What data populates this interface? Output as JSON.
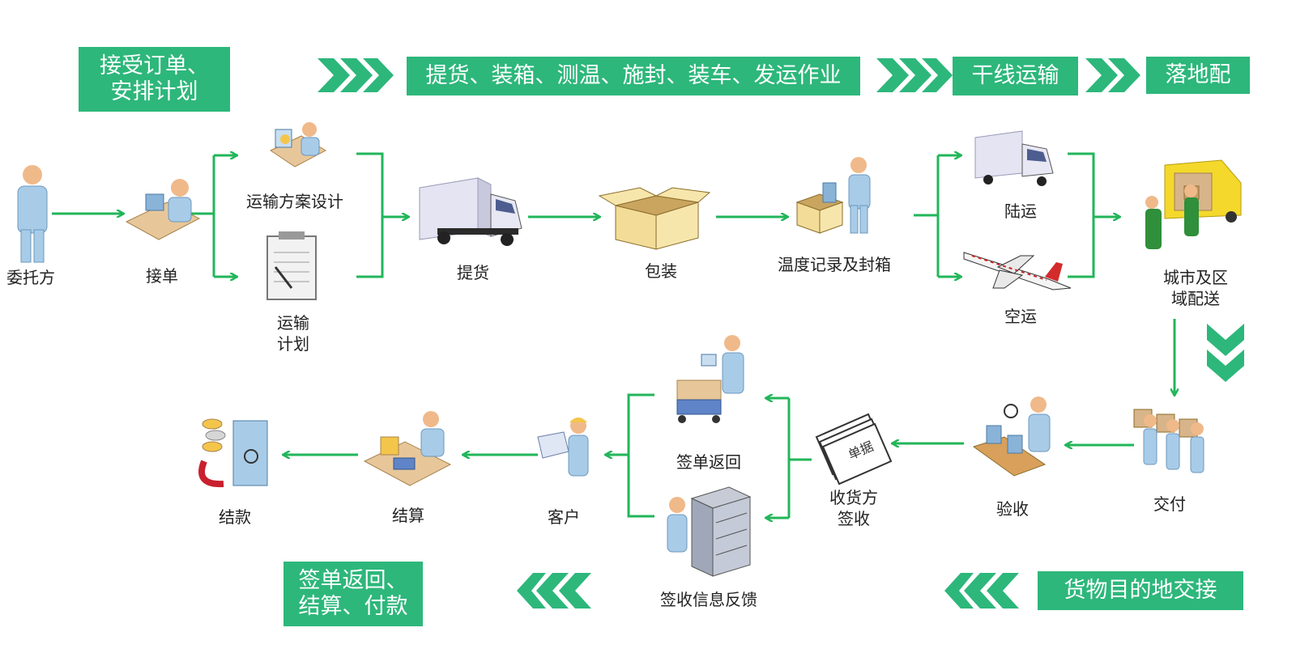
{
  "colors": {
    "accent": "#2db77b",
    "arrow": "#22b65a",
    "skin": "#f0b98a",
    "suit": "#a8cce8"
  },
  "banners": {
    "order": "接受订单、\n安排计划",
    "pickup_ops": "提货、装箱、测温、施封、装车、发运作业",
    "trunk": "干线运输",
    "last_mile": "落地配",
    "handover": "货物目的地交接",
    "settle": "签单返回、\n结算、付款"
  },
  "nodes": {
    "client": "委托方",
    "receive_order": "接单",
    "plan_design": "运输方案设计",
    "transport_plan": "运输\n计划",
    "pickup": "提货",
    "packing": "包装",
    "temp_seal": "温度记录及封箱",
    "land": "陆运",
    "air": "空运",
    "city_delivery": "城市及区\n域配送",
    "deliver": "交付",
    "inspect": "验收",
    "consignee_sign": "收货方\n签收",
    "return_receipt": "签单返回",
    "sign_feedback": "签收信息反馈",
    "customer": "客户",
    "settlement": "结算",
    "payment": "结款"
  },
  "receipt_doc_label": "单据"
}
